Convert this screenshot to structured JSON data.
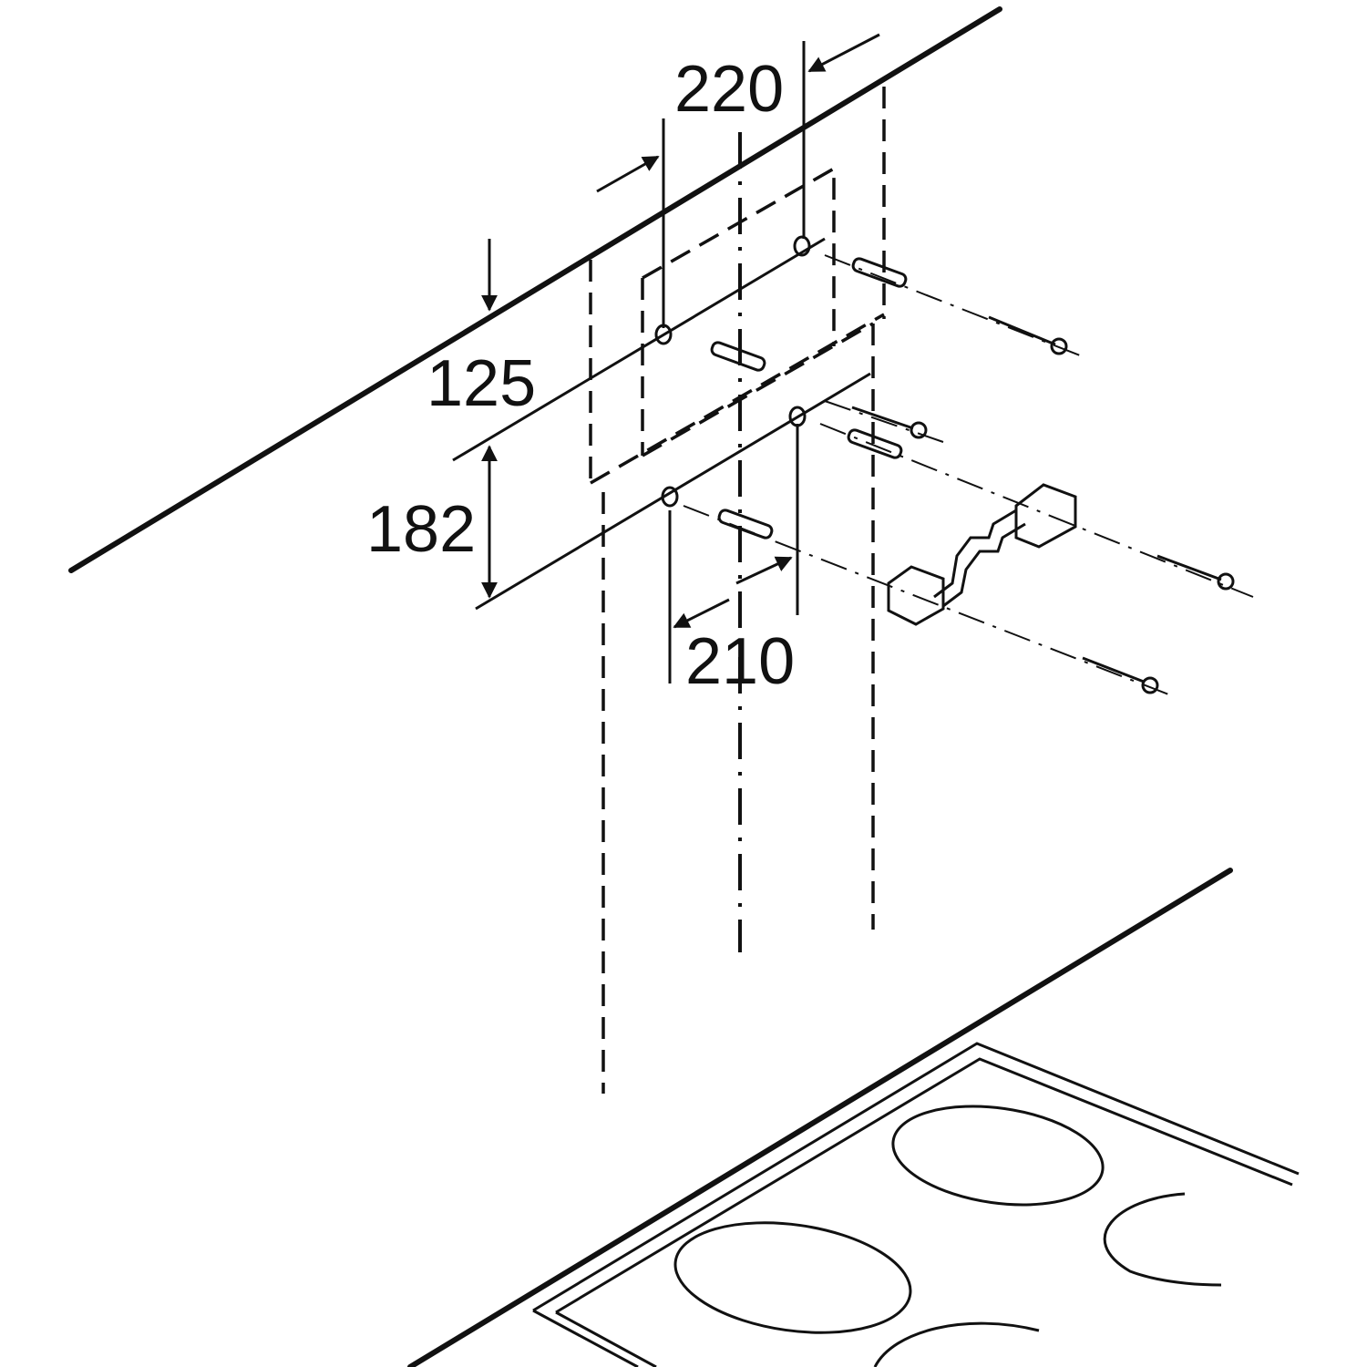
{
  "diagram": {
    "dimensions": {
      "top_width": "220",
      "top_offset": "125",
      "vertical_spacing": "182",
      "bottom_width": "210"
    },
    "colors": {
      "ink": "#111111",
      "background": "#ffffff"
    }
  }
}
